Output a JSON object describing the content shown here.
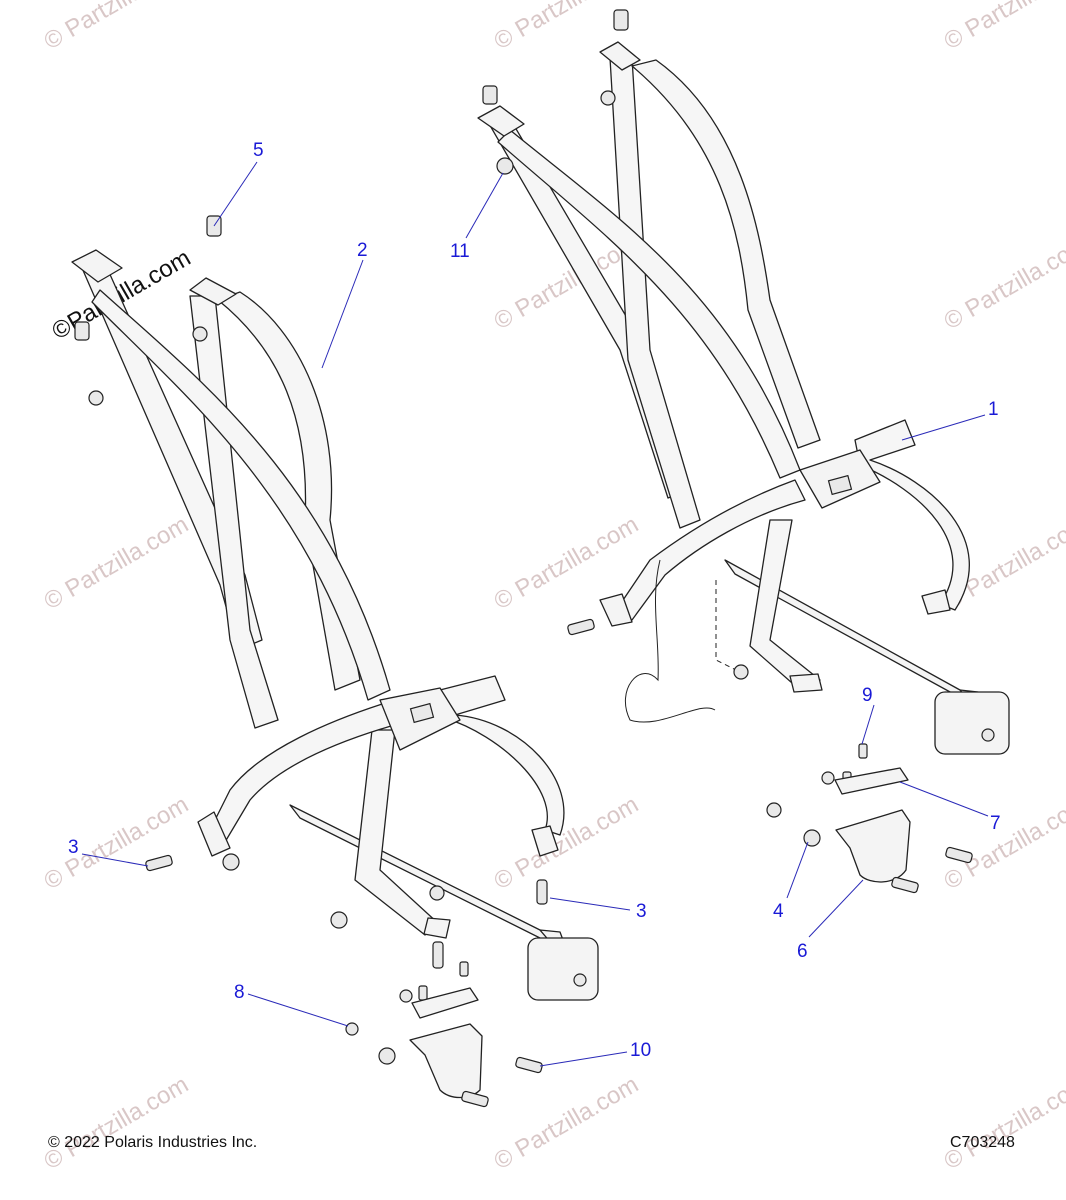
{
  "watermark": {
    "text": "© Partzilla.com",
    "logo_text": "©Partzilla.com"
  },
  "callouts": {
    "c1": "1",
    "c2": "2",
    "c3a": "3",
    "c3b": "3",
    "c4": "4",
    "c5": "5",
    "c6": "6",
    "c7": "7",
    "c8": "8",
    "c9": "9",
    "c10": "10",
    "c11": "11"
  },
  "footer": {
    "copyright": "© 2022 Polaris Industries Inc.",
    "diagram_code": "C703248"
  },
  "colors": {
    "callout": "#1a1ad6",
    "leader": "#2a2ab8",
    "watermark": "#d9c7c7"
  }
}
